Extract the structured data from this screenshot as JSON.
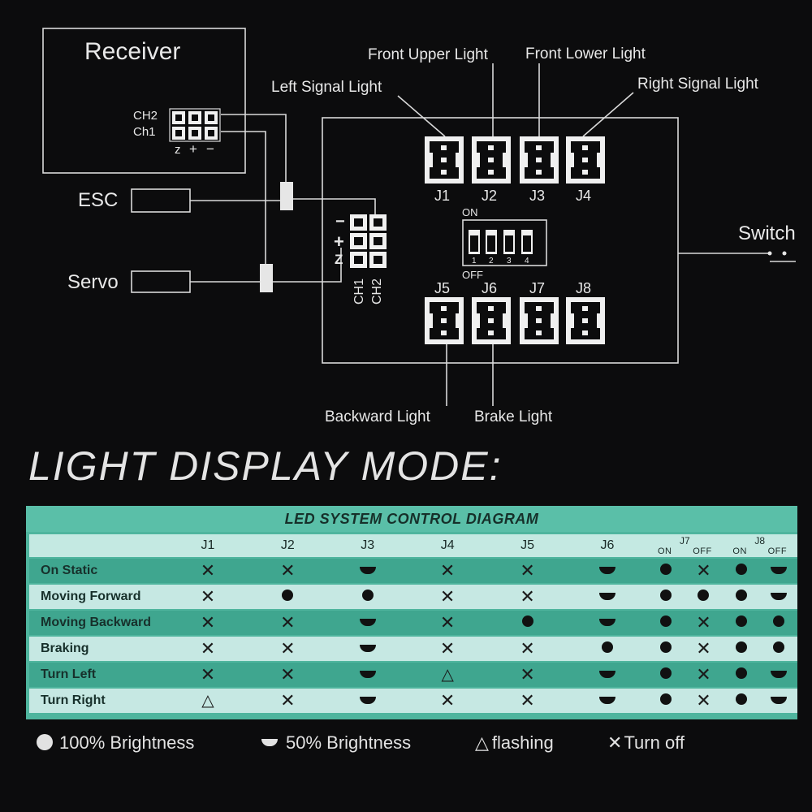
{
  "receiver": {
    "title": "Receiver",
    "ch2": "CH2",
    "ch1": "Ch1",
    "pins": [
      "z",
      "+",
      "−"
    ]
  },
  "left_devices": {
    "esc": "ESC",
    "servo": "Servo"
  },
  "controller": {
    "pin_labels": [
      "−",
      "+",
      "Z"
    ],
    "ch_labels": [
      "CH1",
      "CH2"
    ],
    "top_ports": [
      "J1",
      "J2",
      "J3",
      "J4"
    ],
    "bottom_ports": [
      "J5",
      "J6",
      "J7",
      "J8"
    ],
    "dip_on": "ON",
    "dip_off": "OFF",
    "dip_numbers": [
      "1",
      "2",
      "3",
      "4"
    ]
  },
  "callouts": {
    "front_upper": "Front Upper Light",
    "front_lower": "Front Lower Light",
    "left_signal": "Left Signal Light",
    "right_signal": "Right Signal Light",
    "backward": "Backward Light",
    "brake": "Brake Light",
    "switch": "Switch"
  },
  "mode_title": "LIGHT DISPLAY MODE:",
  "table": {
    "title": "LED SYSTEM CONTROL DIAGRAM",
    "columns": [
      "J1",
      "J2",
      "J3",
      "J4",
      "J5",
      "J6",
      "J7",
      "J8"
    ],
    "subcolumns": [
      "ON",
      "OFF",
      "ON",
      "OFF"
    ],
    "rows": [
      {
        "label": "On Static",
        "cells": [
          "x",
          "x",
          "half",
          "x",
          "x",
          "half",
          "dot",
          "x",
          "dot",
          "half"
        ]
      },
      {
        "label": "Moving Forward",
        "cells": [
          "x",
          "dot",
          "dot",
          "x",
          "x",
          "half",
          "dot",
          "dot",
          "dot",
          "half"
        ]
      },
      {
        "label": "Moving Backward",
        "cells": [
          "x",
          "x",
          "half",
          "x",
          "dot",
          "half",
          "dot",
          "x",
          "dot",
          "dot"
        ]
      },
      {
        "label": "Braking",
        "cells": [
          "x",
          "x",
          "half",
          "x",
          "x",
          "dot",
          "dot",
          "x",
          "dot",
          "dot"
        ]
      },
      {
        "label": "Turn Left",
        "cells": [
          "x",
          "x",
          "half",
          "tri",
          "x",
          "half",
          "dot",
          "x",
          "dot",
          "half"
        ]
      },
      {
        "label": "Turn Right",
        "cells": [
          "tri",
          "x",
          "half",
          "x",
          "x",
          "half",
          "dot",
          "x",
          "dot",
          "half"
        ]
      }
    ]
  },
  "legend": {
    "full": "100% Brightness",
    "half": "50% Brightness",
    "flash": "flashing",
    "off": "Turn off"
  },
  "colors": {
    "background": "#0c0c0d",
    "line": "#d9d9d9",
    "table_dark": "#3fa68f",
    "table_light": "#c6e8e3"
  }
}
